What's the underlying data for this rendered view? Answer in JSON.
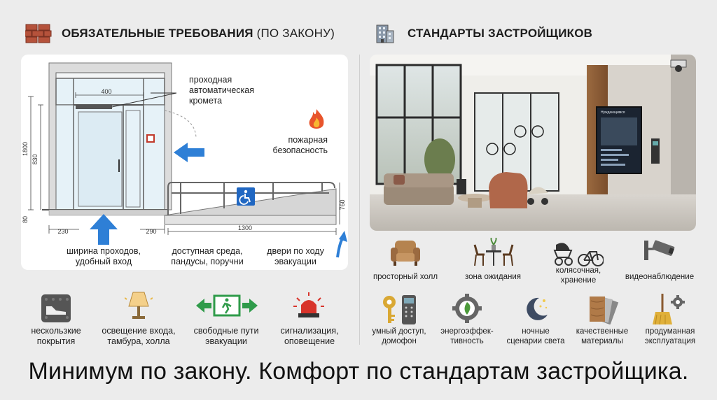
{
  "left_header": {
    "title_bold": "ОБЯЗАТЕЛЬНЫЕ ТРЕБОВАНИЯ",
    "title_light": "(ПО ЗАКОНУ)"
  },
  "right_header": {
    "title": "СТАНДАРТЫ ЗАСТРОЙЩИКОВ"
  },
  "diagram": {
    "dims": {
      "width_top": "400",
      "height_total": "1800",
      "height_door": "830",
      "threshold": "80",
      "side_left": "230",
      "side_right": "290",
      "ramp_length": "1300",
      "ramp_height": "760"
    },
    "closer_label": [
      "проходная",
      "автоматическая",
      "кромета"
    ],
    "fire_label": [
      "пожарная",
      "безопасность"
    ],
    "bottom_labels": [
      [
        "ширина проходов,",
        "удобный вход"
      ],
      [
        "доступная среда,",
        "пандусы, поручни"
      ],
      [
        "двери по ходу",
        "эвакуации"
      ]
    ]
  },
  "left_features": [
    {
      "icon": "non-slip-shoe-icon",
      "label": [
        "нескользкие",
        "покрытия"
      ]
    },
    {
      "icon": "lamp-icon",
      "label": [
        "освещение входа,",
        "тамбура, холла"
      ]
    },
    {
      "icon": "exit-sign-icon",
      "label": [
        "свободные пути",
        "эвакуации"
      ]
    },
    {
      "icon": "siren-icon",
      "label": [
        "сигнализация,",
        "оповещение"
      ]
    }
  ],
  "photo_screen": {
    "title": "Нуждающимся"
  },
  "right_features_top": [
    {
      "icon": "armchair-icon",
      "label": [
        "просторный холл"
      ]
    },
    {
      "icon": "cafe-table-icon",
      "label": [
        "зона ожидания"
      ]
    },
    {
      "icon": "stroller-bike-icon",
      "label": [
        "колясочная,",
        "хранение"
      ]
    },
    {
      "icon": "cctv-camera-icon",
      "label": [
        "видеонаблюдение"
      ]
    }
  ],
  "right_features_bottom": [
    {
      "icon": "key-intercom-icon",
      "label": [
        "умный доступ,",
        "домофон"
      ]
    },
    {
      "icon": "energy-gear-icon",
      "label": [
        "энергоэффек-",
        "тивность"
      ]
    },
    {
      "icon": "night-moon-icon",
      "label": [
        "ночные",
        "сценарии света"
      ]
    },
    {
      "icon": "material-swatch-icon",
      "label": [
        "качественные",
        "материалы"
      ]
    },
    {
      "icon": "broom-gear-icon",
      "label": [
        "продуманная",
        "эксплуатация"
      ]
    }
  ],
  "footer": {
    "text": "Минимум по закону. Комфорт по стандартам застройщика."
  },
  "colors": {
    "accent_blue": "#2e7fd6",
    "brick": "#b5523b",
    "exit_green": "#2f9b4a",
    "siren_red": "#d8342b"
  }
}
